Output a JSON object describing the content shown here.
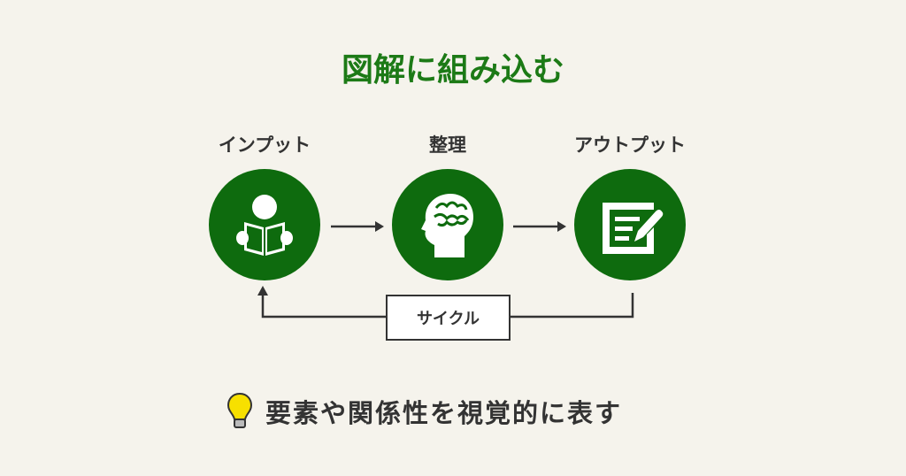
{
  "title": "図解に組み込む",
  "steps": [
    {
      "label": "インプット",
      "icon": "reading-person-icon"
    },
    {
      "label": "整理",
      "icon": "brain-head-icon"
    },
    {
      "label": "アウトプット",
      "icon": "writing-document-icon"
    }
  ],
  "cycle_label": "サイクル",
  "footer": {
    "icon": "lightbulb-icon",
    "text": "要素や関係性を視覚的に表す"
  },
  "colors": {
    "green": "#0e6b0e",
    "title_green": "#1c7a16",
    "background": "#f5f3ec",
    "bulb": "#f7e000"
  }
}
